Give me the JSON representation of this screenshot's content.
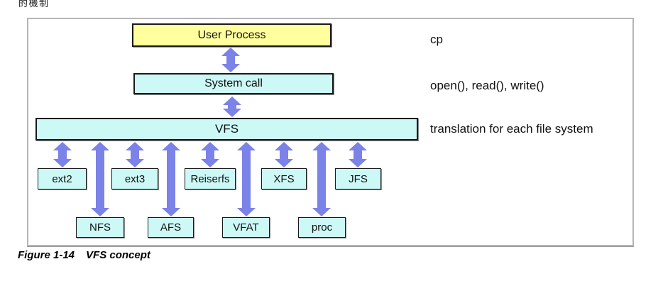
{
  "page": {
    "clipped_top_text": "的機制",
    "caption_label": "Figure 1-14",
    "caption_title": "VFS concept"
  },
  "diagram": {
    "user_process": "User Process",
    "system_call": "System call",
    "vfs": "VFS",
    "fs_row1": [
      "ext2",
      "ext3",
      "Reiserfs",
      "XFS",
      "JFS"
    ],
    "fs_row2": [
      "NFS",
      "AFS",
      "VFAT",
      "proc"
    ],
    "annotations": {
      "user_process": "cp",
      "system_call": "open(), read(), write()",
      "vfs": "translation for each file system"
    },
    "colors": {
      "user_process_fill": "#ffff9e",
      "filesystem_fill": "#ccf8f6",
      "arrow": "#7b82e8",
      "frame_border": "#b5b5b5"
    }
  }
}
